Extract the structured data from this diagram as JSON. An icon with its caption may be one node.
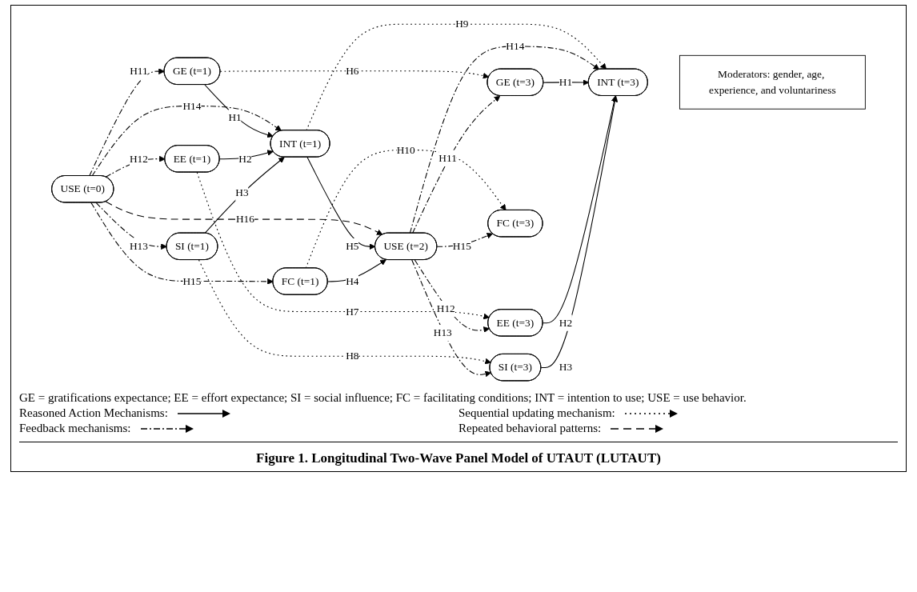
{
  "diagram": {
    "caption": "Figure 1. Longitudinal Two-Wave Panel Model of UTAUT (LUTAUT)",
    "nodes": [
      {
        "text": [
          "USE (t=0)"
        ]
      },
      {
        "text": [
          "GE (t=1)"
        ]
      },
      {
        "text": [
          "EE (t=1)"
        ]
      },
      {
        "text": [
          "SI (t=1)"
        ]
      },
      {
        "text": [
          "INT (t=1)"
        ]
      },
      {
        "text": [
          "FC (t=1)"
        ]
      },
      {
        "text": [
          "USE (t=2)"
        ]
      },
      {
        "text": [
          "GE (t=3)"
        ]
      },
      {
        "text": [
          "EE (t=3)"
        ]
      },
      {
        "text": [
          "SI (t=3)"
        ]
      },
      {
        "text": [
          "INT (t=3)"
        ]
      },
      {
        "text": [
          "FC (t=3)"
        ]
      },
      {
        "text": [
          "Moderators: gender, age, experience, and voluntariness"
        ]
      }
    ],
    "edges": [
      {
        "from": 0,
        "to": 6,
        "arrow": "to",
        "label": "H16",
        "style": "dashed"
      },
      {
        "from": 0,
        "to": 1,
        "arrow": "to",
        "label": "H11",
        "style": "dashed"
      },
      {
        "from": 0,
        "to": 2,
        "arrow": "to",
        "label": "H12",
        "style": "dashed"
      },
      {
        "from": 0,
        "to": 3,
        "arrow": "to",
        "label": "H13",
        "style": "dashed"
      },
      {
        "from": 0,
        "to": 4,
        "arrow": "to",
        "label": "H14",
        "style": "dashed"
      },
      {
        "from": 0,
        "to": 5,
        "arrow": "to",
        "label": "H15",
        "style": "dashed"
      },
      {
        "from": 1,
        "to": 4,
        "arrow": "to",
        "label": "H1"
      },
      {
        "from": 2,
        "to": 4,
        "arrow": "to",
        "label": "H2"
      },
      {
        "from": 3,
        "to": 4,
        "arrow": "to",
        "label": "H3"
      },
      {
        "from": 4,
        "to": 6,
        "arrow": "to",
        "label": "H5"
      },
      {
        "from": 5,
        "to": 6,
        "arrow": "to",
        "label": "H4"
      },
      {
        "from": 1,
        "to": 7,
        "arrow": "to",
        "label": "H6",
        "style": "dashed"
      },
      {
        "from": 2,
        "to": 8,
        "arrow": "to",
        "label": "H7",
        "style": "dashed"
      },
      {
        "from": 3,
        "to": 9,
        "arrow": "to",
        "label": "H8",
        "style": "dashed"
      },
      {
        "from": 4,
        "to": 10,
        "arrow": "to",
        "label": "H9",
        "style": "dashed"
      },
      {
        "from": 5,
        "to": 11,
        "arrow": "to",
        "label": "H10",
        "style": "dashed"
      },
      {
        "from": 6,
        "to": 7,
        "arrow": "to",
        "label": "H11",
        "style": "dashed"
      },
      {
        "from": 6,
        "to": 8,
        "arrow": "to",
        "label": "H12",
        "style": "dashed"
      },
      {
        "from": 6,
        "to": 9,
        "arrow": "to",
        "label": "H13",
        "style": "dashed"
      },
      {
        "from": 6,
        "to": 10,
        "arrow": "to",
        "label": "H14",
        "style": "dashed"
      },
      {
        "from": 6,
        "to": 11,
        "arrow": "to",
        "label": "H15",
        "style": "dashed"
      },
      {
        "from": 7,
        "to": 10,
        "arrow": "to",
        "label": "H1"
      },
      {
        "from": 8,
        "to": 10,
        "arrow": "to",
        "label": "H2"
      },
      {
        "from": 9,
        "to": 10,
        "arrow": "to",
        "label": "H3"
      }
    ],
    "labels": [
      "GE = gratifications expectance; EE = effort expectance; SI = social influence; FC = facilitating conditions; INT = intention to use; USE = use behavior."
    ],
    "legend": [
      {
        "text": "Reasoned Action Mechanisms:"
      },
      {
        "text": "Sequential updating mechanism:"
      },
      {
        "text": "Feedback mechanisms:"
      },
      {
        "text": "Repeated behavioral patterns:"
      }
    ]
  }
}
